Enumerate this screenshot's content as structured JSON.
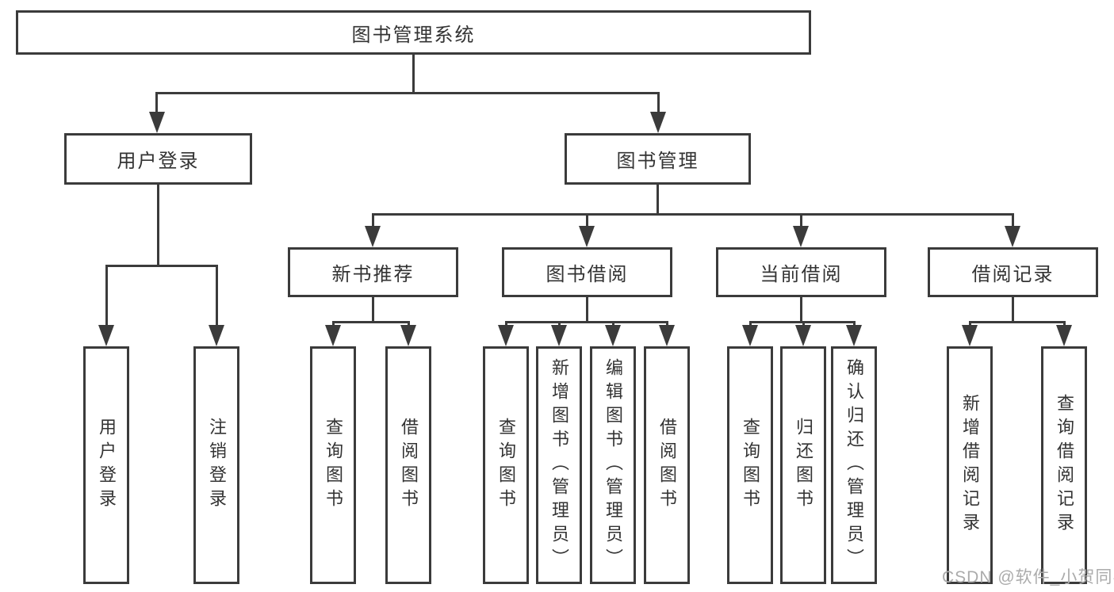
{
  "nodes": {
    "root": "图书管理系统",
    "level2": [
      "用户登录",
      "图书管理"
    ],
    "level3": [
      "新书推荐",
      "图书借阅",
      "当前借阅",
      "借阅记录"
    ],
    "leaves": {
      "user_login": [
        "用户登录",
        "注销登录"
      ],
      "new_book": [
        "查询图书",
        "借阅图书"
      ],
      "book_borrow": [
        "查询图书",
        "新增图书（管理员）",
        "编辑图书（管理员）",
        "借阅图书"
      ],
      "current_borrow": [
        "查询图书",
        "归还图书",
        "确认归还（管理员）"
      ],
      "borrow_record": [
        "新增借阅记录",
        "查询借阅记录"
      ]
    }
  },
  "watermark": {
    "text": "CSDN @软件_小贺同学"
  },
  "colors": {
    "line": "#3b3b3b",
    "text": "#333333",
    "watermark": "#ababab",
    "background": "#ffffff"
  }
}
